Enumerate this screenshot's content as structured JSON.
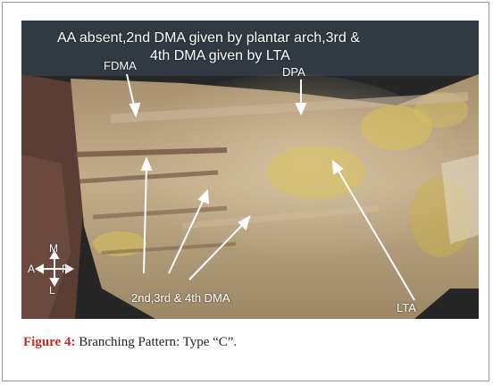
{
  "figure": {
    "photo_caption_line1": "AA absent,2nd DMA given by plantar arch,3rd &",
    "photo_caption_line2": "4th DMA given by LTA",
    "labels": {
      "fdma": "FDMA",
      "dpa": "DPA",
      "dma": "2nd,3rd & 4th DMA",
      "lta": "LTA"
    },
    "orientation": {
      "m": "M",
      "a": "A",
      "p": "P",
      "l": "L"
    },
    "caption_label": "Figure 4:",
    "caption_text": " Branching Pattern: Type “C”."
  },
  "colors": {
    "tissue": "#b8a07c",
    "fat": "#d8c35a",
    "dark_tissue": "#5a3e34",
    "background": "#262626",
    "caption_accent": "#c8281e"
  }
}
